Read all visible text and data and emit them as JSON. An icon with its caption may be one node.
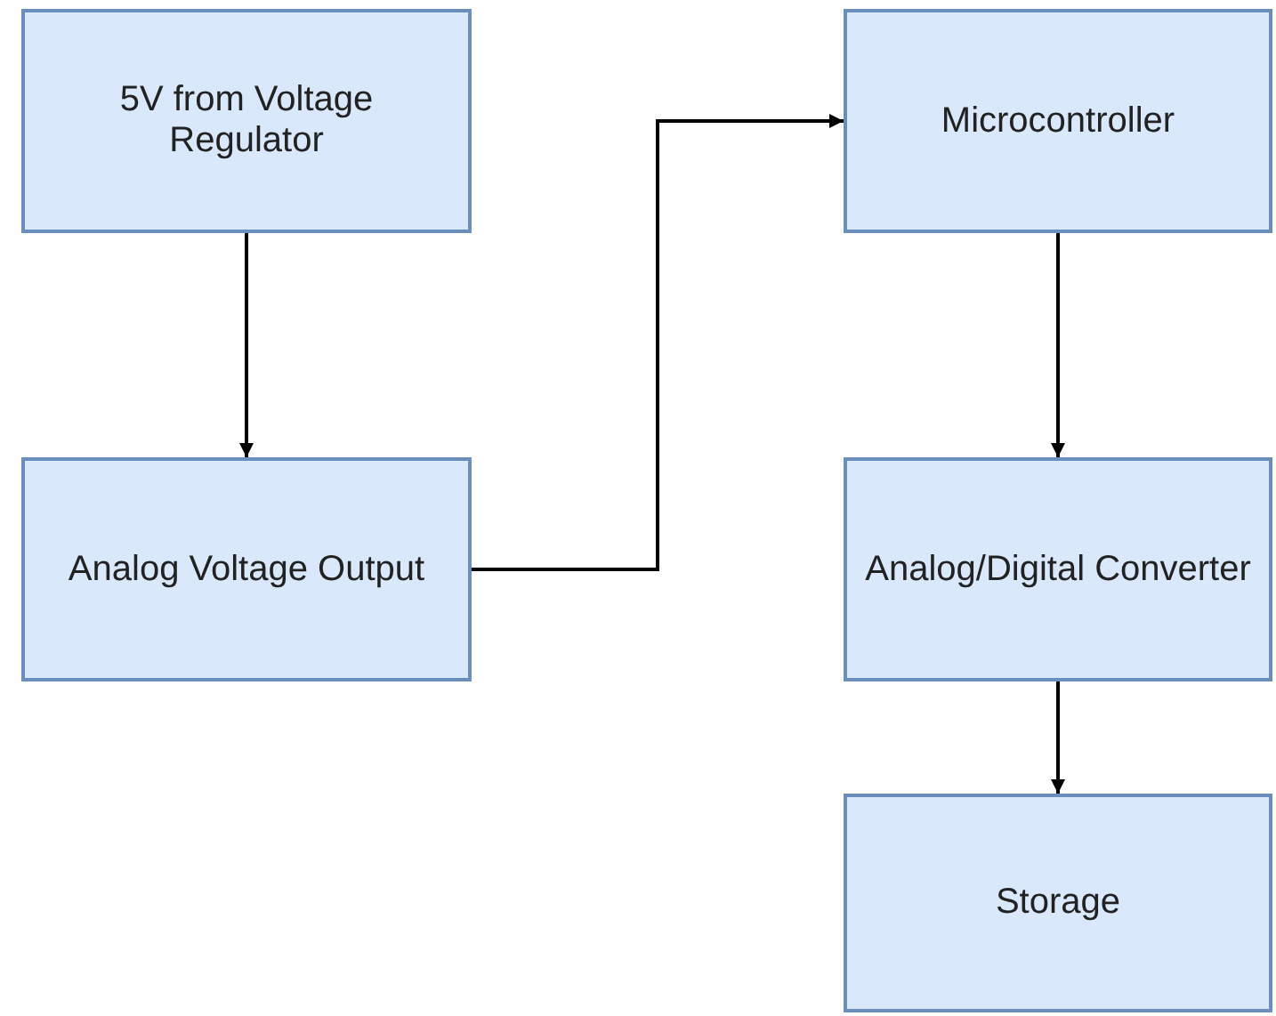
{
  "diagram": {
    "nodes": [
      {
        "text": [
          "5V from Voltage Regulator"
        ]
      },
      {
        "text": [
          "Analog Voltage Output"
        ]
      },
      {
        "text": [
          "Microcontroller"
        ]
      },
      {
        "text": [
          "Analog/Digital Converter"
        ]
      },
      {
        "text": [
          "Storage"
        ]
      }
    ],
    "edges": [
      {
        "from": 0,
        "to": 1,
        "arrow": "to"
      },
      {
        "from": 1,
        "to": 2,
        "arrow": "to"
      },
      {
        "from": 2,
        "to": 3,
        "arrow": "to"
      },
      {
        "from": 3,
        "to": 4,
        "arrow": "to"
      }
    ]
  }
}
